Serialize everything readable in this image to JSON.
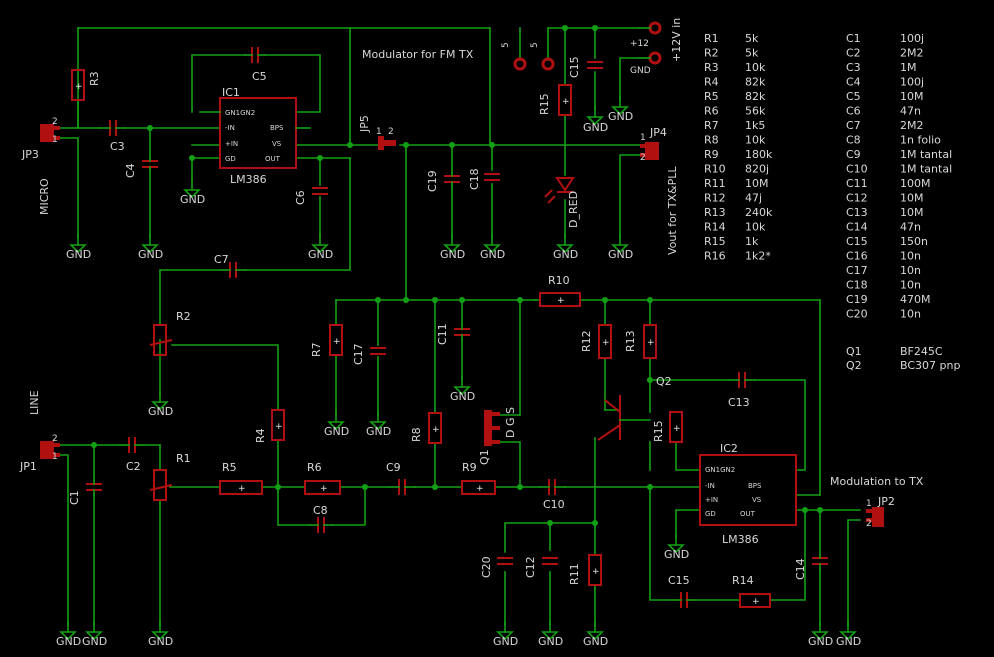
{
  "title": "Modulator for FM TX",
  "inputs": {
    "micro": "MICRO",
    "line": "LINE",
    "power": "+12V in",
    "plus12": "+12",
    "gnd": "GND",
    "s1": "5",
    "s2": "5"
  },
  "outputs": {
    "vout": "Vout for TX&PLL",
    "modulation": "Modulation to TX"
  },
  "gnd": "GND",
  "ic": {
    "ic1": {
      "name": "IC1",
      "type": "LM386",
      "pins": [
        "GN1GN2",
        "-IN",
        "BPS",
        "+IN",
        "VS",
        "GD",
        "OUT"
      ]
    },
    "ic2": {
      "name": "IC2",
      "type": "LM386",
      "pins": [
        "GN1GN2",
        "-IN",
        "BPS",
        "+IN",
        "VS",
        "GD",
        "OUT"
      ]
    }
  },
  "connectors": {
    "jp1": "JP1",
    "jp2": "JP2",
    "jp3": "JP3",
    "jp4": "JP4",
    "jp5": "JP5"
  },
  "parts": {
    "R1": "R1",
    "R2": "R2",
    "R3": "R3",
    "R4": "R4",
    "R5": "R5",
    "R6": "R6",
    "R7": "R7",
    "R8": "R8",
    "R9": "R9",
    "R10": "R10",
    "R11": "R11",
    "R12": "R12",
    "R13": "R13",
    "R14": "R14",
    "R15": "R15",
    "R16": "R16",
    "C1": "C1",
    "C2": "C2",
    "C3": "C3",
    "C4": "C4",
    "C5": "C5",
    "C6": "C6",
    "C7": "C7",
    "C8": "C8",
    "C9": "C9",
    "C10": "C10",
    "C11": "C11",
    "C12": "C12",
    "C13": "C13",
    "C14": "C14",
    "C15": "C15",
    "C17": "C17",
    "C18": "C18",
    "C19": "C19",
    "C20": "C20",
    "Q1": "Q1",
    "Q2": "Q2",
    "LED": "D_RED",
    "Q1pins": "D G S"
  },
  "pin_numbers": {
    "one": "1",
    "two": "2"
  },
  "resistor_values": [
    {
      "ref": "R1",
      "val": "5k"
    },
    {
      "ref": "R2",
      "val": "5k"
    },
    {
      "ref": "R3",
      "val": "10k"
    },
    {
      "ref": "R4",
      "val": "82k"
    },
    {
      "ref": "R5",
      "val": "82k"
    },
    {
      "ref": "R6",
      "val": "56k"
    },
    {
      "ref": "R7",
      "val": "1k5"
    },
    {
      "ref": "R8",
      "val": "10k"
    },
    {
      "ref": "R9",
      "val": "180k"
    },
    {
      "ref": "R10",
      "val": "820j"
    },
    {
      "ref": "R11",
      "val": "10M"
    },
    {
      "ref": "R12",
      "val": "47j"
    },
    {
      "ref": "R13",
      "val": "240k"
    },
    {
      "ref": "R14",
      "val": "10k"
    },
    {
      "ref": "R15",
      "val": "1k"
    },
    {
      "ref": "R16",
      "val": "1k2*"
    }
  ],
  "capacitor_values": [
    {
      "ref": "C1",
      "val": "100j"
    },
    {
      "ref": "C2",
      "val": "2M2"
    },
    {
      "ref": "C3",
      "val": "1M"
    },
    {
      "ref": "C4",
      "val": "100j"
    },
    {
      "ref": "C5",
      "val": "10M"
    },
    {
      "ref": "C6",
      "val": "47n"
    },
    {
      "ref": "C7",
      "val": "2M2"
    },
    {
      "ref": "C8",
      "val": "1n folio"
    },
    {
      "ref": "C9",
      "val": "1M tantal"
    },
    {
      "ref": "C10",
      "val": "1M tantal"
    },
    {
      "ref": "C11",
      "val": "100M"
    },
    {
      "ref": "C12",
      "val": "10M"
    },
    {
      "ref": "C13",
      "val": "10M"
    },
    {
      "ref": "C14",
      "val": "47n"
    },
    {
      "ref": "C15",
      "val": "150n"
    },
    {
      "ref": "C16",
      "val": "10n"
    },
    {
      "ref": "C17",
      "val": "10n"
    },
    {
      "ref": "C18",
      "val": "10n"
    },
    {
      "ref": "C19",
      "val": "470M"
    },
    {
      "ref": "C20",
      "val": "10n"
    }
  ],
  "transistor_values": [
    {
      "ref": "Q1",
      "val": "BF245C"
    },
    {
      "ref": "Q2",
      "val": "BC307 pnp"
    }
  ]
}
